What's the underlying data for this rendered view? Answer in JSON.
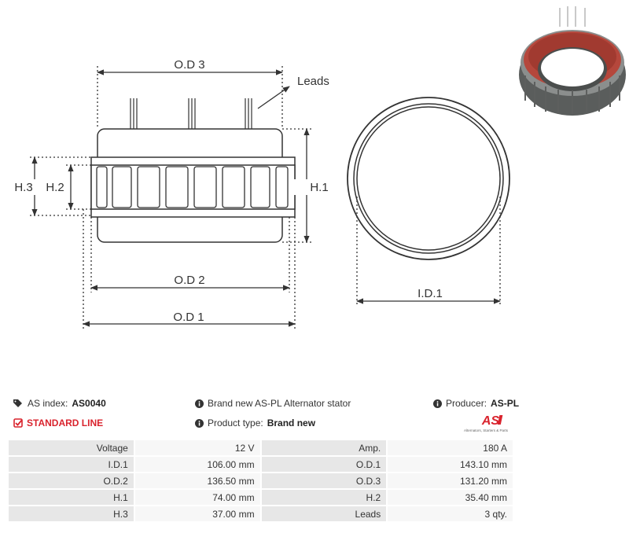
{
  "diagram": {
    "labels": {
      "od3": "O.D 3",
      "leads": "Leads",
      "h3": "H.3",
      "h2": "H.2",
      "h1": "H.1",
      "od2": "O.D 2",
      "od1": "O.D 1",
      "id1": "I.D.1"
    },
    "colors": {
      "line": "#333333",
      "photo_copper": "#b5473c",
      "photo_steel": "#6b6e6d"
    }
  },
  "info": {
    "as_index_label": "AS index:",
    "as_index_value": "AS0040",
    "standard_line": "STANDARD LINE",
    "description": "Brand new AS-PL Alternator stator",
    "product_type_label": "Product type:",
    "product_type_value": "Brand new",
    "producer_label": "Producer:",
    "producer_value": "AS-PL",
    "logo_text": "AS",
    "logo_tagline": "Alternators, Starters & Parts",
    "accent_color": "#d9232d",
    "icons": [
      "tags-icon",
      "checkbox-icon",
      "info-icon",
      "info-icon",
      "info-icon"
    ]
  },
  "specs": {
    "rows": [
      {
        "l1": "Voltage",
        "v1": "12 V",
        "l2": "Amp.",
        "v2": "180 A"
      },
      {
        "l1": "I.D.1",
        "v1": "106.00 mm",
        "l2": "O.D.1",
        "v2": "143.10 mm"
      },
      {
        "l1": "O.D.2",
        "v1": "136.50 mm",
        "l2": "O.D.3",
        "v2": "131.20 mm"
      },
      {
        "l1": "H.1",
        "v1": "74.00 mm",
        "l2": "H.2",
        "v2": "35.40 mm"
      },
      {
        "l1": "H.3",
        "v1": "37.00 mm",
        "l2": "Leads",
        "v2": "3 qty."
      }
    ]
  }
}
